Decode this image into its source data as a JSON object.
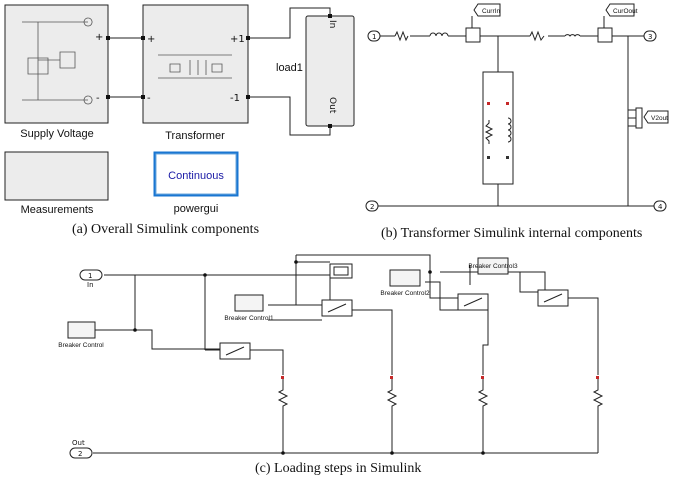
{
  "panel_a": {
    "blocks": {
      "supply_voltage": "Supply Voltage",
      "transformer": "Transformer",
      "load": "load1",
      "load_in": "In",
      "load_out": "Out",
      "measurements": "Measurements",
      "powergui_label": "powergui",
      "powergui_mode": "Continuous"
    },
    "ports": {
      "plus": "+",
      "minus": "-",
      "plus1": "+1",
      "minus1": "-1"
    },
    "caption": "(a) Overall Simulink components"
  },
  "panel_b": {
    "ports": {
      "in1": "1",
      "out_plus": "3",
      "in2": "2",
      "out_minus": "4"
    },
    "goto_tags": {
      "curr_in": "CurrIn",
      "curr_out": "CurOout",
      "v2out": "V2out"
    },
    "caption": "(b) Transformer Simulink internal components"
  },
  "panel_c": {
    "ports": {
      "in_num": "1",
      "in_label": "In",
      "out_num": "2",
      "out_label": "Out"
    },
    "breakers": [
      "Breaker Control",
      "Breaker Control1",
      "Breaker Control2",
      "Breaker Control3"
    ],
    "caption": "(c) Loading steps in Simulink"
  }
}
